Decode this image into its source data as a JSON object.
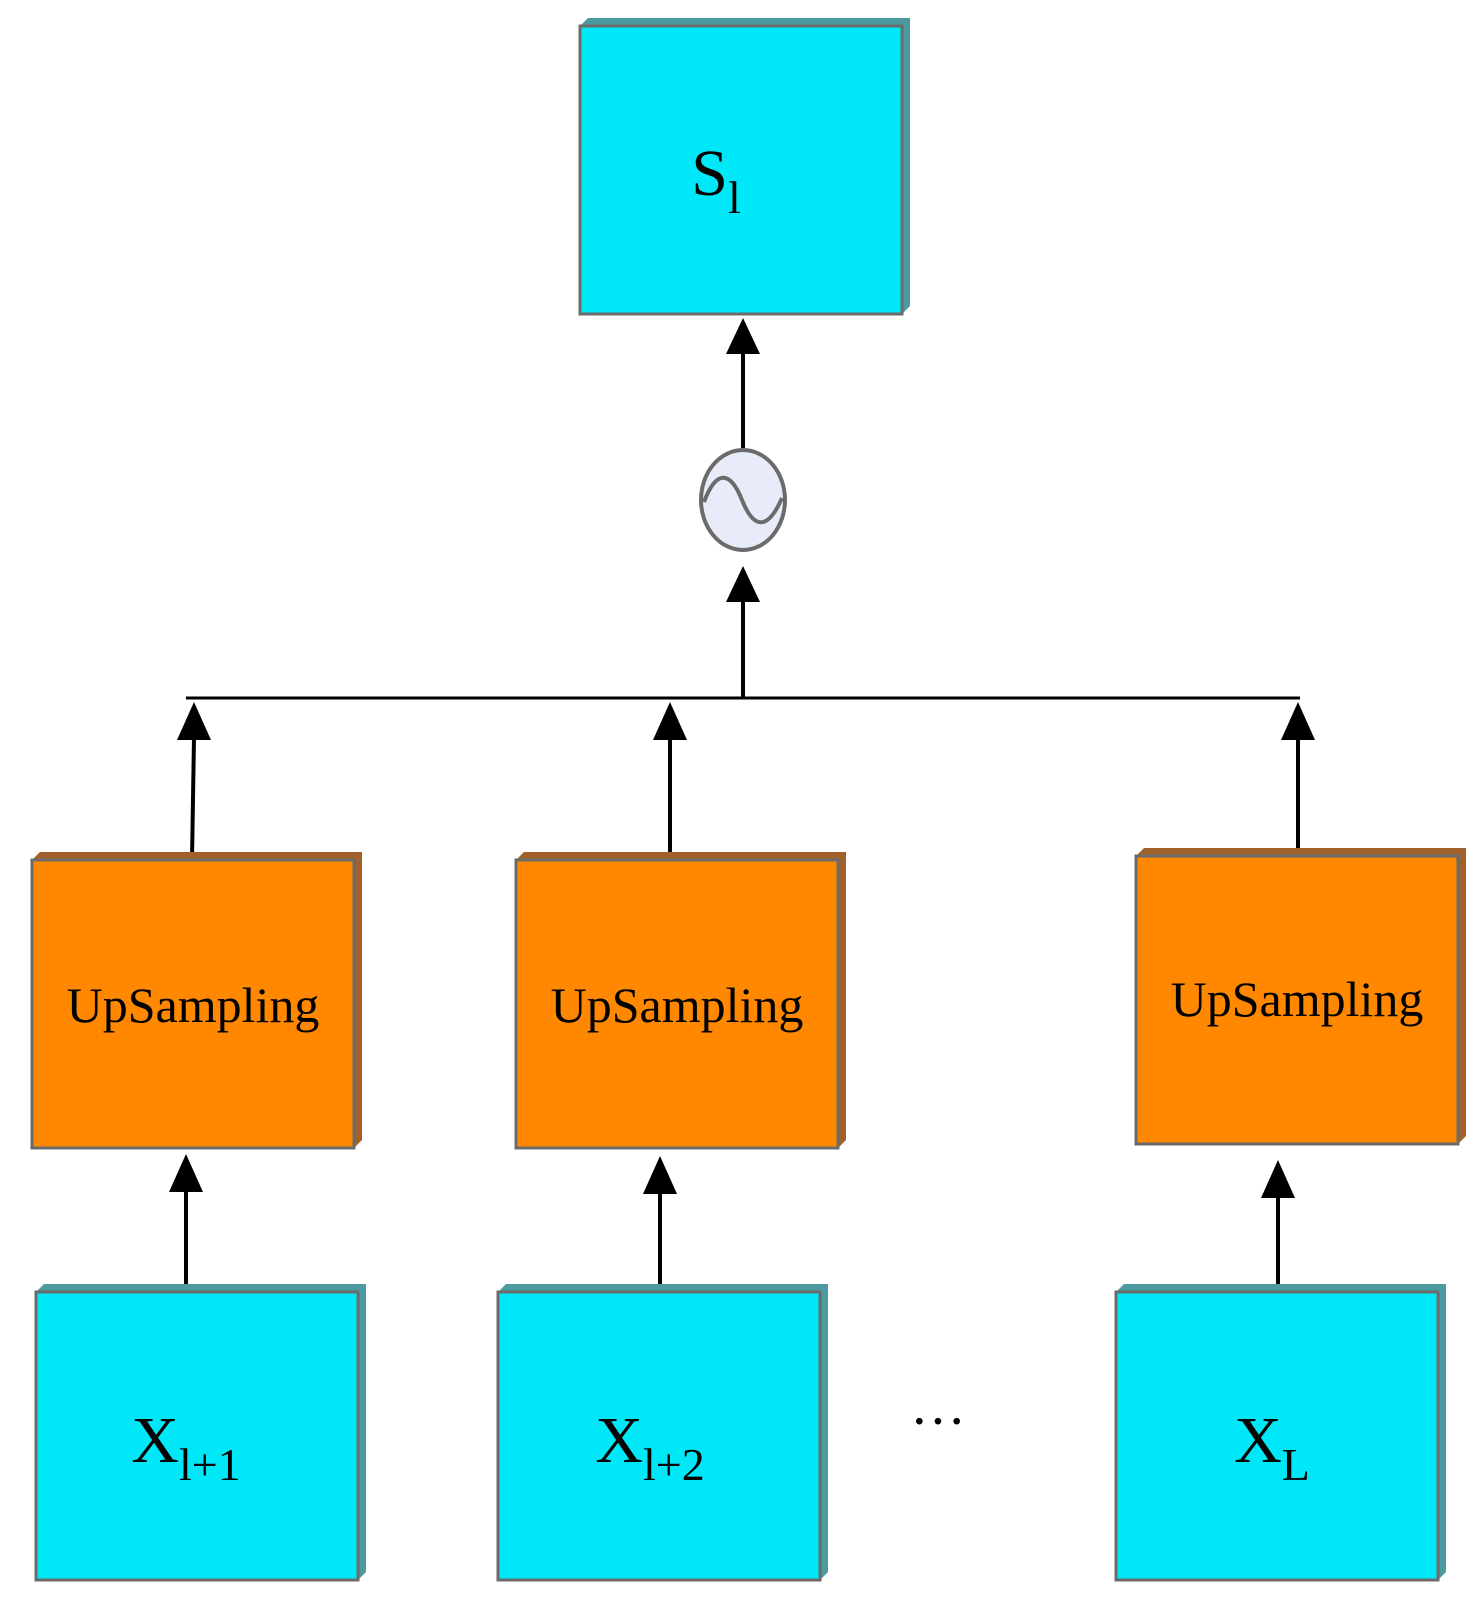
{
  "colors": {
    "cyan_box": "#00E8F8",
    "orange_box": "#FF8800",
    "box_border": "#6b6b6b",
    "cyan_shadow": "#4a9aa0",
    "orange_shadow": "#a0612a",
    "lines": "#000000",
    "operator_fill": "#e8ecfa"
  },
  "output_node": {
    "main": "S",
    "sub": "l"
  },
  "upsampling_blocks": [
    {
      "label": "UpSampling"
    },
    {
      "label": "UpSampling"
    },
    {
      "label": "UpSampling"
    }
  ],
  "input_nodes": [
    {
      "main": "X",
      "sub": "l+1"
    },
    {
      "main": "X",
      "sub": "l+2"
    },
    {
      "main": "X",
      "sub": "L"
    }
  ],
  "ellipsis": "···",
  "operator_icon": "sine-wave-icon"
}
